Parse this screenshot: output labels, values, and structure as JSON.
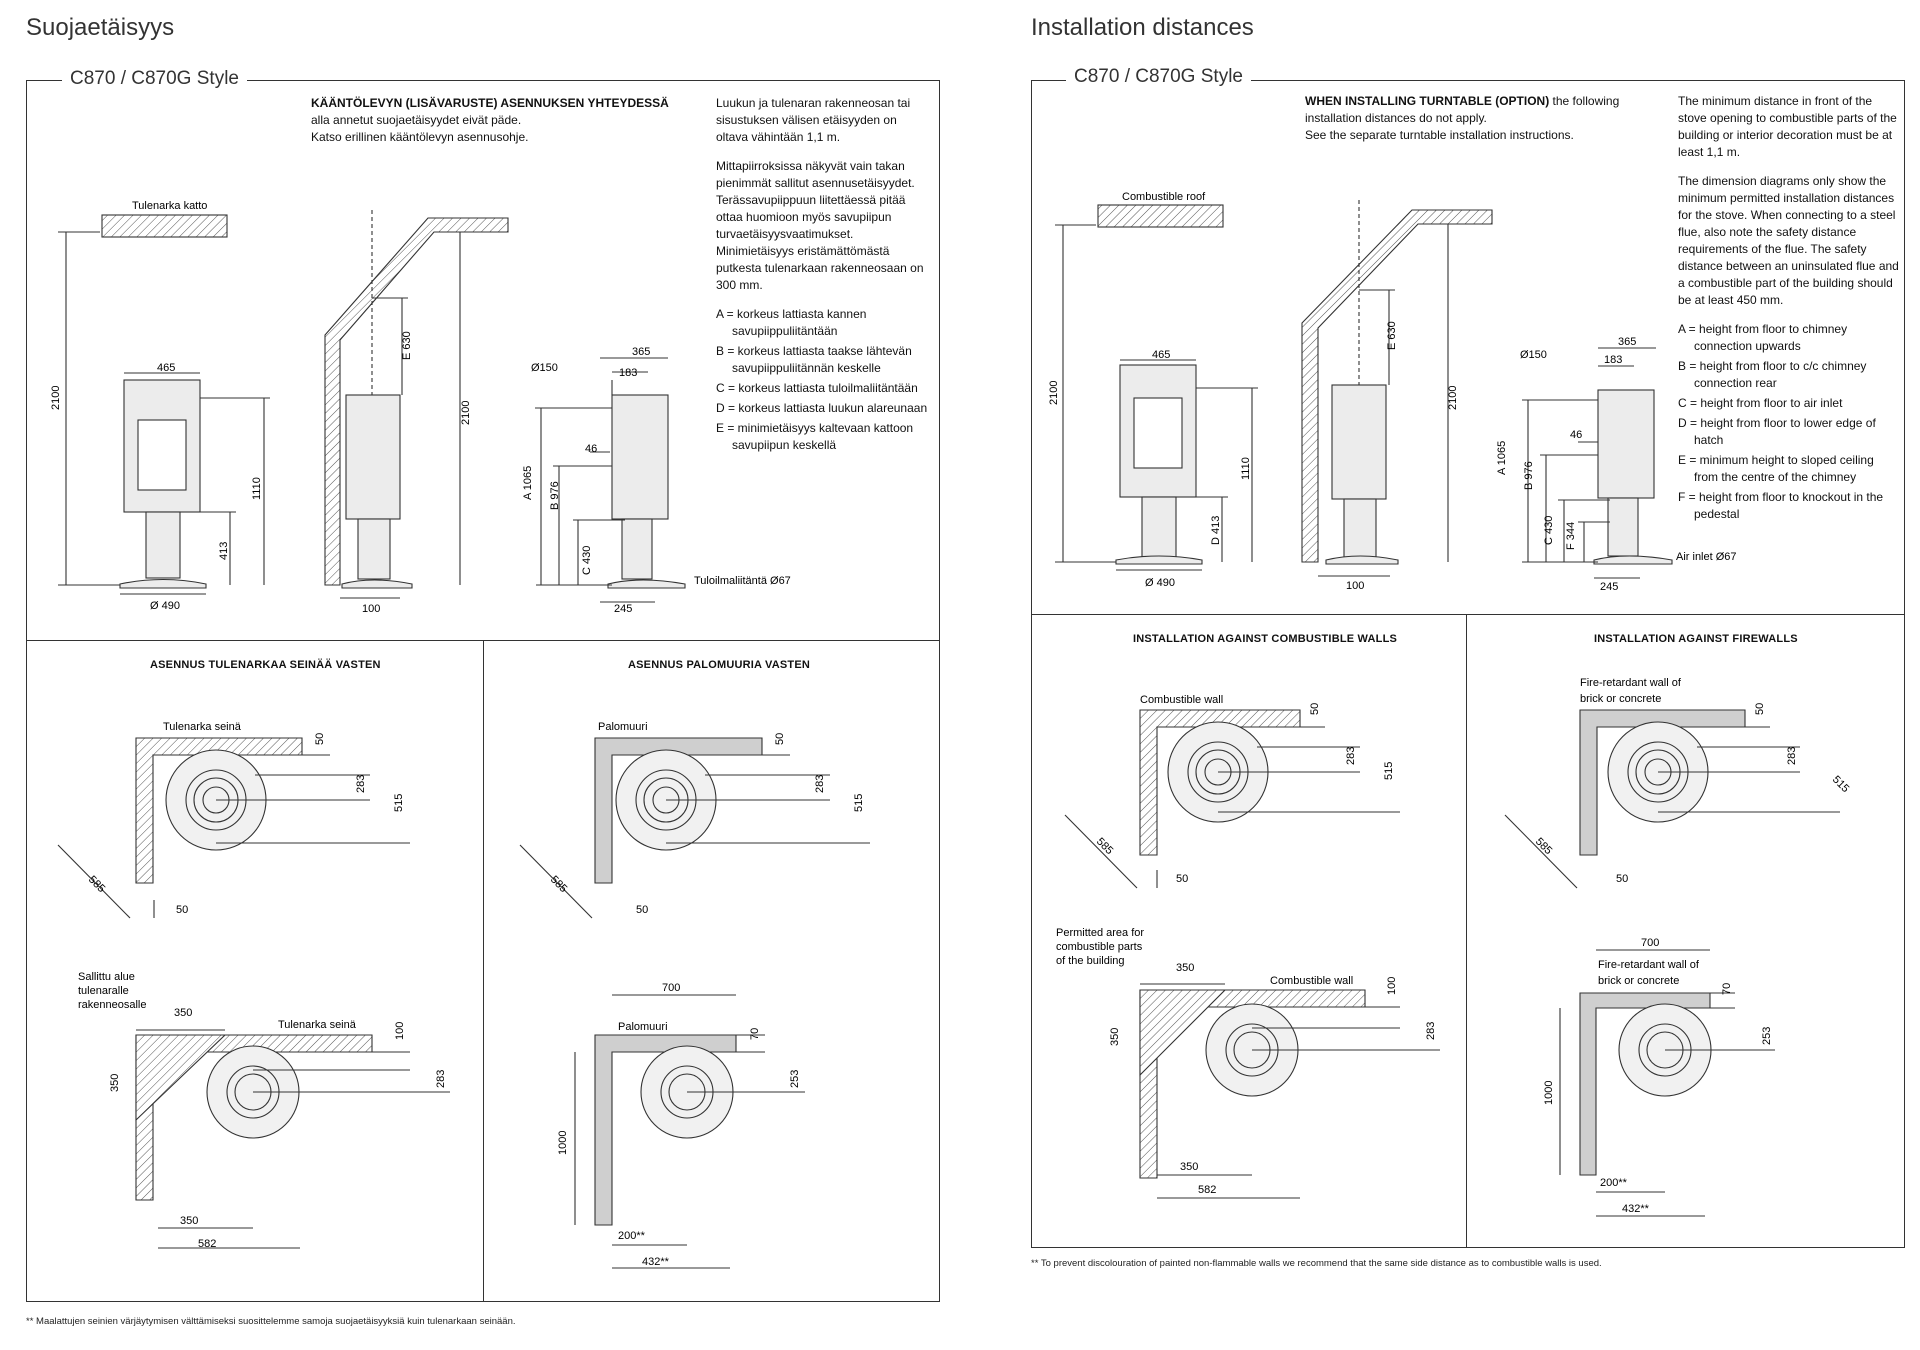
{
  "left": {
    "heading": "Suojaetäisyys",
    "frame_label": "C870 / C870G Style",
    "turntable_bold": "KÄÄNTÖLEVYN (LISÄVARUSTE) ASENNUKSEN YHTEYDESSÄ",
    "turntable_lines": [
      "alla annetut suojaetäisyydet eivät päde.",
      "Katso erillinen kääntölevyn asennusohje."
    ],
    "info_p1": "Luukun ja tulenaran rakenneosan tai sisustuksen välisen etäisyyden on oltava vähintään 1,1 m.",
    "info_p2": "Mittapiirroksissa näkyvät vain takan pienimmät sallitut asennusetäisyydet. Terässavupiippuun liitettäessä pitää ottaa huomioon myös savupiipun turvaetäisyysvaatimukset. Minimietäisyys eristämättömästä putkesta tulenarkaan rakenneosaan on 300 mm.",
    "legend": [
      "A = korkeus lattiasta kannen savupiippuliitäntään",
      "B = korkeus lattiasta taakse lähtevän savupiippuliitännän keskelle",
      "C = korkeus lattiasta tuloilmaliitäntään",
      "D = korkeus lattiasta luukun alareunaan",
      "E = minimietäisyys kaltevaan kattoon savupiipun keskellä"
    ],
    "roof_label": "Tulenarka katto",
    "air_inlet_label": "Tuloilmaliitäntä Ø67",
    "section_a_title": "ASENNUS TULENARKAA SEINÄÄ VASTEN",
    "section_b_title": "ASENNUS PALOMUURIA VASTEN",
    "wall_label_a": "Tulenarka seinä",
    "wall_label_b": "Palomuuri",
    "permitted_label": "Sallittu alue tulenaralle rakenneosalle",
    "footnote": "**  Maalattujen seinien värjäytymisen välttämiseksi suosittelemme samoja suojaetäisyyksiä kuin tulenarkaan seinään."
  },
  "right": {
    "heading": "Installation distances",
    "frame_label": "C870 / C870G Style",
    "turntable_bold": "WHEN INSTALLING TURNTABLE (OPTION)",
    "turntable_rest": " the following",
    "turntable_lines": [
      "installation distances do not apply.",
      "See the separate turntable installation instructions."
    ],
    "info_p1": "The minimum distance in front of the stove opening to combustible parts of the building or interior decoration must be at least 1,1 m.",
    "info_p2": "The dimension diagrams only show the minimum permitted installation distances for the stove. When connecting to a steel flue, also note the safety distance requirements of the flue. The safety distance between an uninsulated flue and a combustible part of the building should be at least 450 mm.",
    "legend": [
      "A = height from floor to chimney connection upwards",
      "B = height from floor to c/c chimney connection rear",
      "C = height from floor to air inlet",
      "D = height from floor to lower edge of hatch",
      "E = minimum height to sloped ceiling from the centre of the chimney",
      "F = height from floor to knockout in the pedestal"
    ],
    "roof_label": "Combustible roof",
    "air_inlet_label": "Air inlet Ø67",
    "section_a_title": "INSTALLATION AGAINST COMBUSTIBLE WALLS",
    "section_b_title": "INSTALLATION AGAINST FIREWALLS",
    "wall_label_a": "Combustible wall",
    "wall_label_b": "Fire-retardant wall of brick or concrete",
    "permitted_label": "Permitted area for combustible parts of the building",
    "footnote": "**  To prevent discolouration of painted non-flammable walls we recommend that the same side distance as to combustible walls is used."
  },
  "dims": {
    "h_total": "2100",
    "h_front": "1110",
    "d_413": "413",
    "d_413_right": "D 413",
    "w_465": "465",
    "dia_490": "Ø 490",
    "e_630": "E 630",
    "side_100": "100",
    "dia_150": "Ø150",
    "w_365": "365",
    "w_183": "183",
    "w_46": "46",
    "a_1065": "A 1065",
    "b_976": "B 976",
    "c_430": "C 430",
    "f_344": "F 344",
    "w_245": "245",
    "d50": "50",
    "d283": "283",
    "d515": "515",
    "d585": "585",
    "d350": "350",
    "d100": "100",
    "d582": "582",
    "d700": "700",
    "d70": "70",
    "d253": "253",
    "d1000": "1000",
    "d200": "200**",
    "d432": "432**"
  }
}
